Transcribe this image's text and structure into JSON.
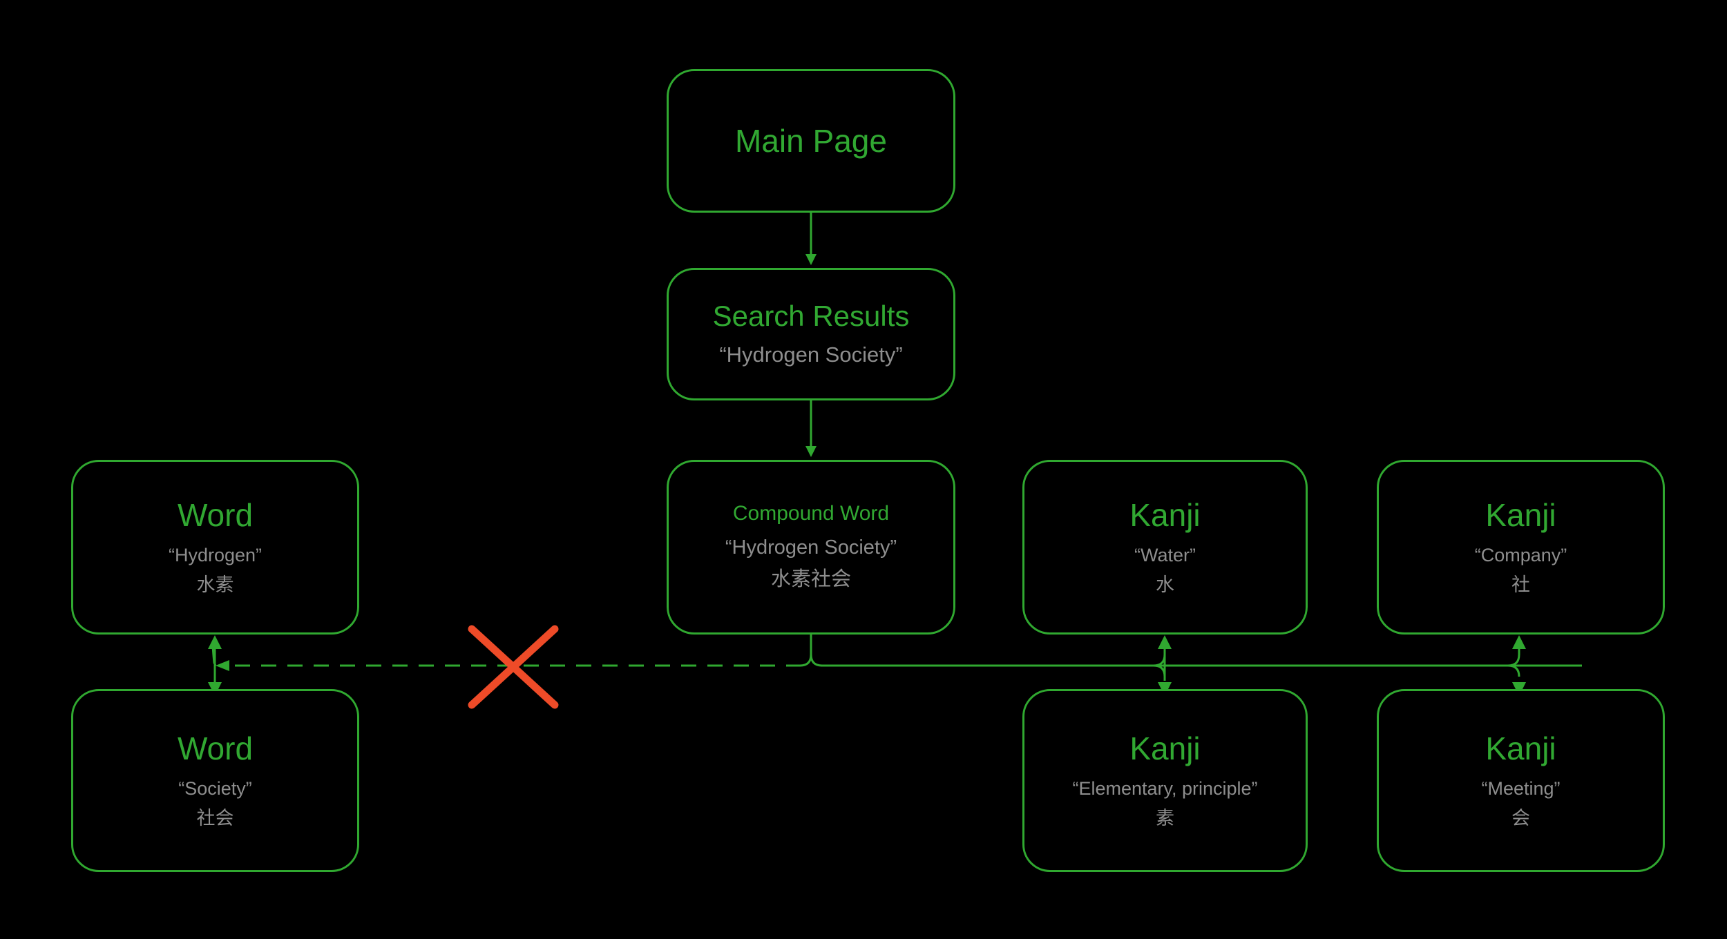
{
  "diagram": {
    "title": "Japanese dictionary navigation flow",
    "colors": {
      "background": "#000000",
      "node_border": "#30A830",
      "node_title": "#31A832",
      "node_subtitle": "#8E8E8E",
      "edge": "#30A830",
      "blocked_marker": "#EE4B28"
    },
    "nodes": [
      {
        "id": "main-page",
        "title": "Main Page",
        "subtitle": "",
        "japanese": ""
      },
      {
        "id": "search-results",
        "title": "Search Results",
        "subtitle": "“Hydrogen Society”",
        "japanese": ""
      },
      {
        "id": "word-hydrogen",
        "title": "Word",
        "subtitle": "“Hydrogen”",
        "japanese": "水素"
      },
      {
        "id": "word-society",
        "title": "Word",
        "subtitle": "“Society”",
        "japanese": "社会"
      },
      {
        "id": "compound-word",
        "title": "Compound Word",
        "subtitle": "“Hydrogen Society”",
        "japanese": "水素社会"
      },
      {
        "id": "kanji-water",
        "title": "Kanji",
        "subtitle": "“Water”",
        "japanese": "水"
      },
      {
        "id": "kanji-elementary",
        "title": "Kanji",
        "subtitle": "“Elementary, principle”",
        "japanese": "素"
      },
      {
        "id": "kanji-company",
        "title": "Kanji",
        "subtitle": "“Company”",
        "japanese": "社"
      },
      {
        "id": "kanji-meeting",
        "title": "Kanji",
        "subtitle": "“Meeting”",
        "japanese": "会"
      }
    ],
    "edges": [
      {
        "id": "main-to-search",
        "from": "main-page",
        "to": "search-results",
        "style": "solid",
        "arrow": "single"
      },
      {
        "id": "search-to-compound",
        "from": "search-results",
        "to": "compound-word",
        "style": "solid",
        "arrow": "single"
      },
      {
        "id": "compound-to-word-pair",
        "from": "compound-word",
        "to": "word-hydrogen / word-society",
        "style": "dashed",
        "arrow": "double",
        "state": "blocked"
      },
      {
        "id": "compound-to-kanji-water-elementary",
        "from": "compound-word",
        "to": "kanji-water / kanji-elementary",
        "style": "solid",
        "arrow": "double"
      },
      {
        "id": "compound-to-kanji-company-meeting",
        "from": "compound-word",
        "to": "kanji-company / kanji-meeting",
        "style": "solid",
        "arrow": "double"
      }
    ],
    "markers": [
      {
        "id": "blocked-x",
        "name": "red-x-marker",
        "meaning": "connection not available"
      }
    ]
  }
}
